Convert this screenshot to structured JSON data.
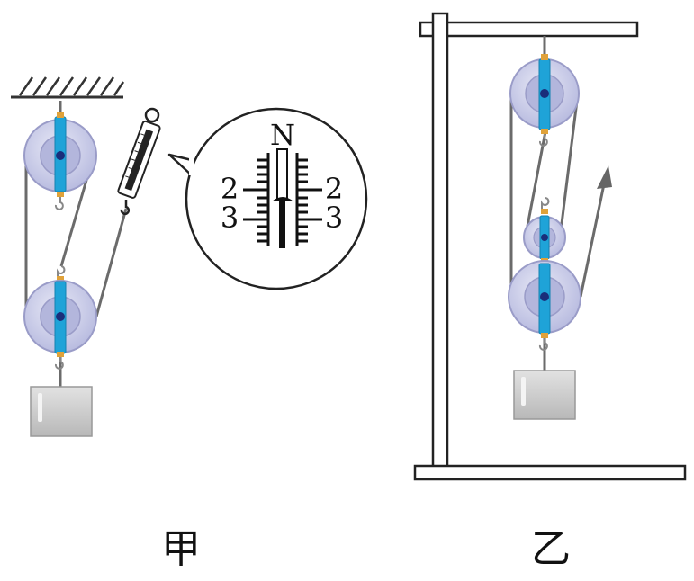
{
  "figures": [
    {
      "id": "jia",
      "label": "甲"
    },
    {
      "id": "yi",
      "label": "乙"
    }
  ],
  "spring_scale": {
    "unit": "N",
    "tick_labels_left": [
      "2",
      "3"
    ],
    "tick_labels_right": [
      "2",
      "3"
    ]
  },
  "colors": {
    "pulley_face": "#c9cbe6",
    "pulley_rim": "#9a9cc8",
    "axle_bar": "#1fa3d8",
    "axle_dot": "#1a2e7a",
    "rope": "#6b6b6b",
    "weight": "#cfcfcf",
    "arrow": "#666666"
  }
}
